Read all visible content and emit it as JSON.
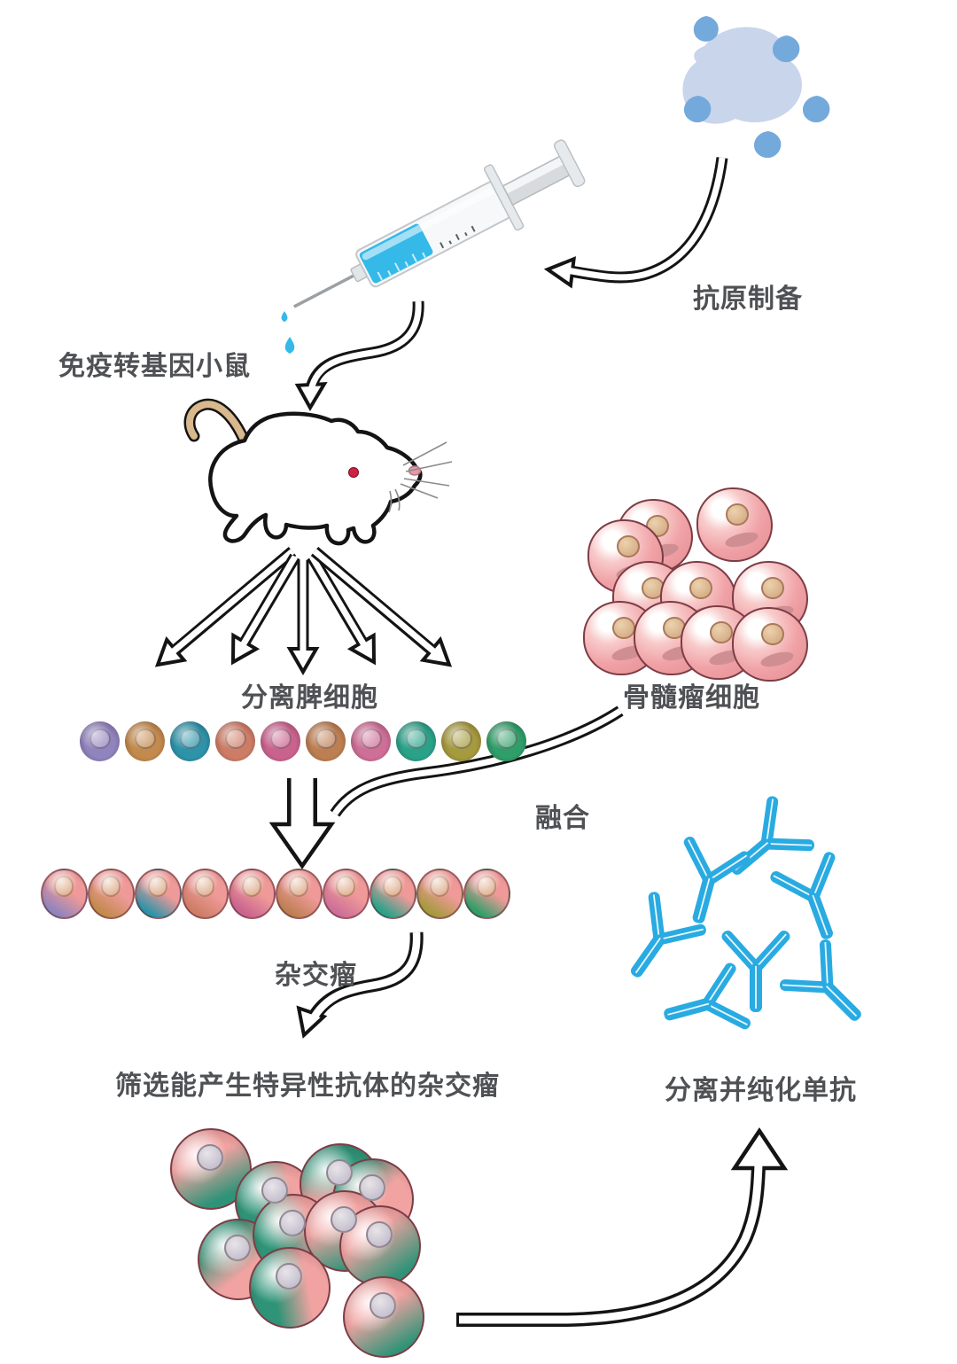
{
  "labels": {
    "antigen_prep": "抗原制备",
    "immunize_mouse": "免疫转基因小鼠",
    "isolate_spleen": "分离脾细胞",
    "myeloma": "骨髓瘤细胞",
    "fusion": "融合",
    "hybridoma": "杂交瘤",
    "screening": "筛选能产生特异性抗体的杂交瘤",
    "purify_mab": "分离并纯化单抗"
  },
  "colors": {
    "label_text": "#4f5154",
    "outline": "#141414",
    "antibody_blue": "#29abe2",
    "antigen_body": "#c9d5eb",
    "antigen_epitope": "#74a9dc",
    "syringe_liquid": "#35b9e9",
    "myeloma_pink": "#f0a2a6",
    "hybrid_pink": "#ef9a98",
    "selected_pink": "#f0a3a1",
    "selected_green": "#2e9377",
    "mouse_tail": "#d8b88c",
    "mouse_ear_dark": "#c76a82",
    "mouse_ear_light": "#dd9aa8",
    "mouse_eye": "#cc2244"
  },
  "cells": {
    "spleen_colors": [
      "#8f84bd",
      "#c28a4c",
      "#2d93a8",
      "#cd7d66",
      "#c9638e",
      "#bd7f52",
      "#cd6f97",
      "#2aa289",
      "#a59a3e",
      "#2f9e68"
    ],
    "myeloma_count": 10,
    "selected_count": 10
  },
  "antibodies": {
    "count": 7
  }
}
